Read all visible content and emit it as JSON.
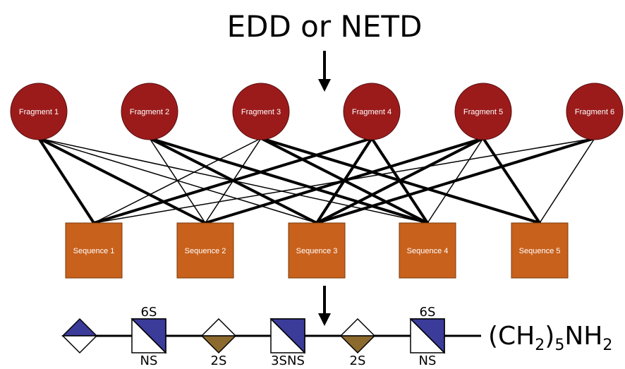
{
  "title": "EDD or NETD",
  "colors": {
    "fragment": "#9b1b1b",
    "sequence": "#c8611c",
    "glcna": "#3b3b9a",
    "idoa": "#8c6a2e",
    "edge": "#000000"
  },
  "fragments": [
    {
      "label": "Fragment 1"
    },
    {
      "label": "Fragment 2"
    },
    {
      "label": "Fragment 3"
    },
    {
      "label": "Fragment 4"
    },
    {
      "label": "Fragment 5"
    },
    {
      "label": "Fragment 6"
    }
  ],
  "sequences": [
    {
      "label": "Sequence 1"
    },
    {
      "label": "Sequence 2"
    },
    {
      "label": "Sequence 3"
    },
    {
      "label": "Sequence 4"
    },
    {
      "label": "Sequence 5"
    }
  ],
  "edges": [
    {
      "from": 1,
      "to": 1,
      "weight": "thick"
    },
    {
      "from": 1,
      "to": 2,
      "weight": "thick"
    },
    {
      "from": 1,
      "to": 3,
      "weight": "thin"
    },
    {
      "from": 1,
      "to": 4,
      "weight": "thin"
    },
    {
      "from": 2,
      "to": 2,
      "weight": "thin"
    },
    {
      "from": 2,
      "to": 3,
      "weight": "thick"
    },
    {
      "from": 2,
      "to": 4,
      "weight": "thick"
    },
    {
      "from": 3,
      "to": 1,
      "weight": "thin"
    },
    {
      "from": 3,
      "to": 2,
      "weight": "thin"
    },
    {
      "from": 3,
      "to": 4,
      "weight": "thick"
    },
    {
      "from": 3,
      "to": 5,
      "weight": "thick"
    },
    {
      "from": 4,
      "to": 1,
      "weight": "thick"
    },
    {
      "from": 4,
      "to": 3,
      "weight": "thick"
    },
    {
      "from": 4,
      "to": 4,
      "weight": "thick"
    },
    {
      "from": 5,
      "to": 2,
      "weight": "thick"
    },
    {
      "from": 5,
      "to": 3,
      "weight": "thick"
    },
    {
      "from": 5,
      "to": 4,
      "weight": "thin"
    },
    {
      "from": 5,
      "to": 5,
      "weight": "thick"
    },
    {
      "from": 6,
      "to": 1,
      "weight": "thin"
    },
    {
      "from": 6,
      "to": 3,
      "weight": "thick"
    },
    {
      "from": 6,
      "to": 5,
      "weight": "thin"
    }
  ],
  "glycan": {
    "residues": [
      {
        "type": "diamond-glca",
        "top": "",
        "bottom": ""
      },
      {
        "type": "square-glcna",
        "top": "6S",
        "bottom": "NS"
      },
      {
        "type": "diamond-idoa",
        "top": "",
        "bottom": "2S"
      },
      {
        "type": "square-glcna",
        "top": "",
        "bottom": "3SNS"
      },
      {
        "type": "diamond-idoa",
        "top": "",
        "bottom": "2S"
      },
      {
        "type": "square-glcna",
        "top": "6S",
        "bottom": "NS"
      }
    ],
    "linker": {
      "text_a": "(CH",
      "sub_a": "2",
      "text_b": ")",
      "sub_b": "5",
      "text_c": "NH",
      "sub_c": "2"
    }
  }
}
